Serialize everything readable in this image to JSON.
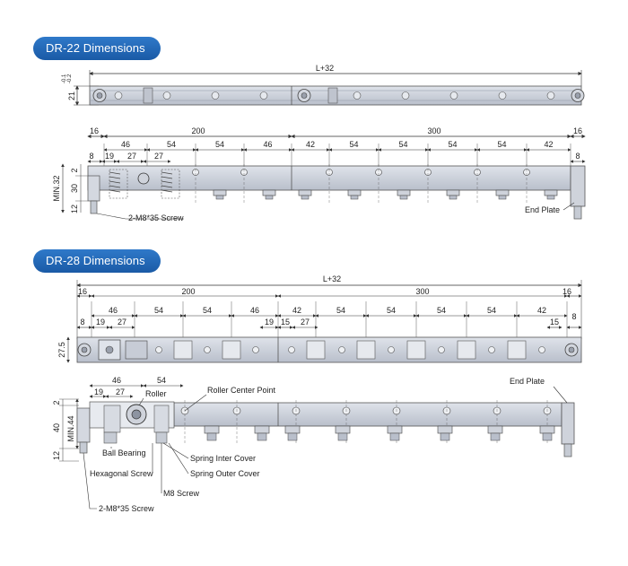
{
  "sections": [
    {
      "title": "DR-22 Dimensions",
      "top_view": {
        "overall": "L+32",
        "height": "21",
        "tol_upper": "-0.1",
        "tol_lower": "-0.2"
      },
      "side_view": {
        "top_dims": [
          "16",
          "200",
          "300",
          "16"
        ],
        "mid_dims": [
          "46",
          "54",
          "54",
          "46",
          "42",
          "54",
          "54",
          "54",
          "54",
          "42"
        ],
        "small_dims": [
          "8",
          "19",
          "27",
          "27",
          "8"
        ],
        "vert_dims": [
          "MIN.32",
          "2",
          "30",
          "12"
        ],
        "labels": {
          "screw": "2-M8*35  Screw",
          "end_plate": "End Plate"
        }
      }
    },
    {
      "title": "DR-28 Dimensions",
      "top_view": {
        "overall": "L+32",
        "height": "27.5",
        "top_dims": [
          "16",
          "200",
          "300",
          "16"
        ],
        "mid_dims": [
          "46",
          "54",
          "54",
          "46",
          "42",
          "54",
          "54",
          "54",
          "54",
          "42"
        ],
        "small_dims": [
          "8",
          "19",
          "27",
          "19",
          "15",
          "27",
          "15",
          "8"
        ]
      },
      "side_view": {
        "dims": [
          "46",
          "54",
          "19",
          "27"
        ],
        "vert_dims": [
          "2",
          "40",
          "12",
          "MIN.44"
        ],
        "labels": {
          "roller": "Roller",
          "roller_center": "Roller Center Point",
          "end_plate": "End Plate",
          "ball_bearing": "Ball Bearing",
          "hex_screw": "Hexagonal Screw",
          "spring_inter": "Spring Inter Cover",
          "spring_outer": "Spring Outer Cover",
          "m8_screw": "M8 Screw",
          "screw": "2-M8*35  Screw"
        }
      }
    }
  ],
  "colors": {
    "accent": "#1f64b3",
    "rail": "#c9ced8",
    "rail_dark": "#a7adb9",
    "line": "#333333"
  }
}
